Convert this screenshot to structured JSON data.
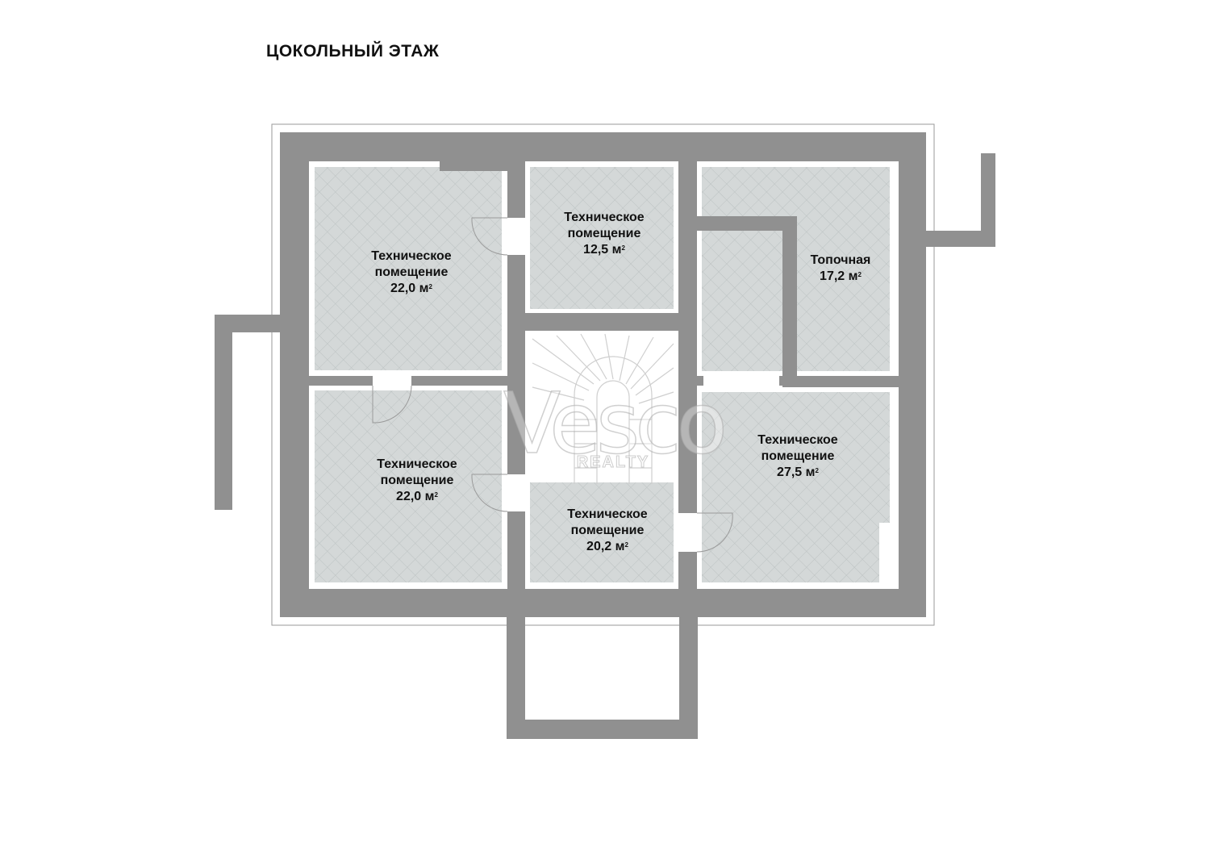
{
  "title": "ЦОКОЛЬНЫЙ ЭТАЖ",
  "area_unit": "м",
  "area_unit_power": "2",
  "rooms": [
    {
      "name_line1": "Техническое",
      "name_line2": "помещение",
      "area": "22,0"
    },
    {
      "name_line1": "Техническое",
      "name_line2": "помещение",
      "area": "12,5"
    },
    {
      "name_line1": "Топочная",
      "name_line2": "",
      "area": "17,2"
    },
    {
      "name_line1": "Техническое",
      "name_line2": "помещение",
      "area": "22,0"
    },
    {
      "name_line1": "Техническое",
      "name_line2": "помещение",
      "area": "20,2"
    },
    {
      "name_line1": "Техническое",
      "name_line2": "помещение",
      "area": "27,5"
    }
  ],
  "watermark": {
    "brand": "Vesco",
    "sub": "REALTY"
  },
  "colors": {
    "wall": "#909090",
    "floor": "#d4d8d8",
    "floor_line": "#bcc2c2",
    "outline": "#9a9a9a"
  }
}
